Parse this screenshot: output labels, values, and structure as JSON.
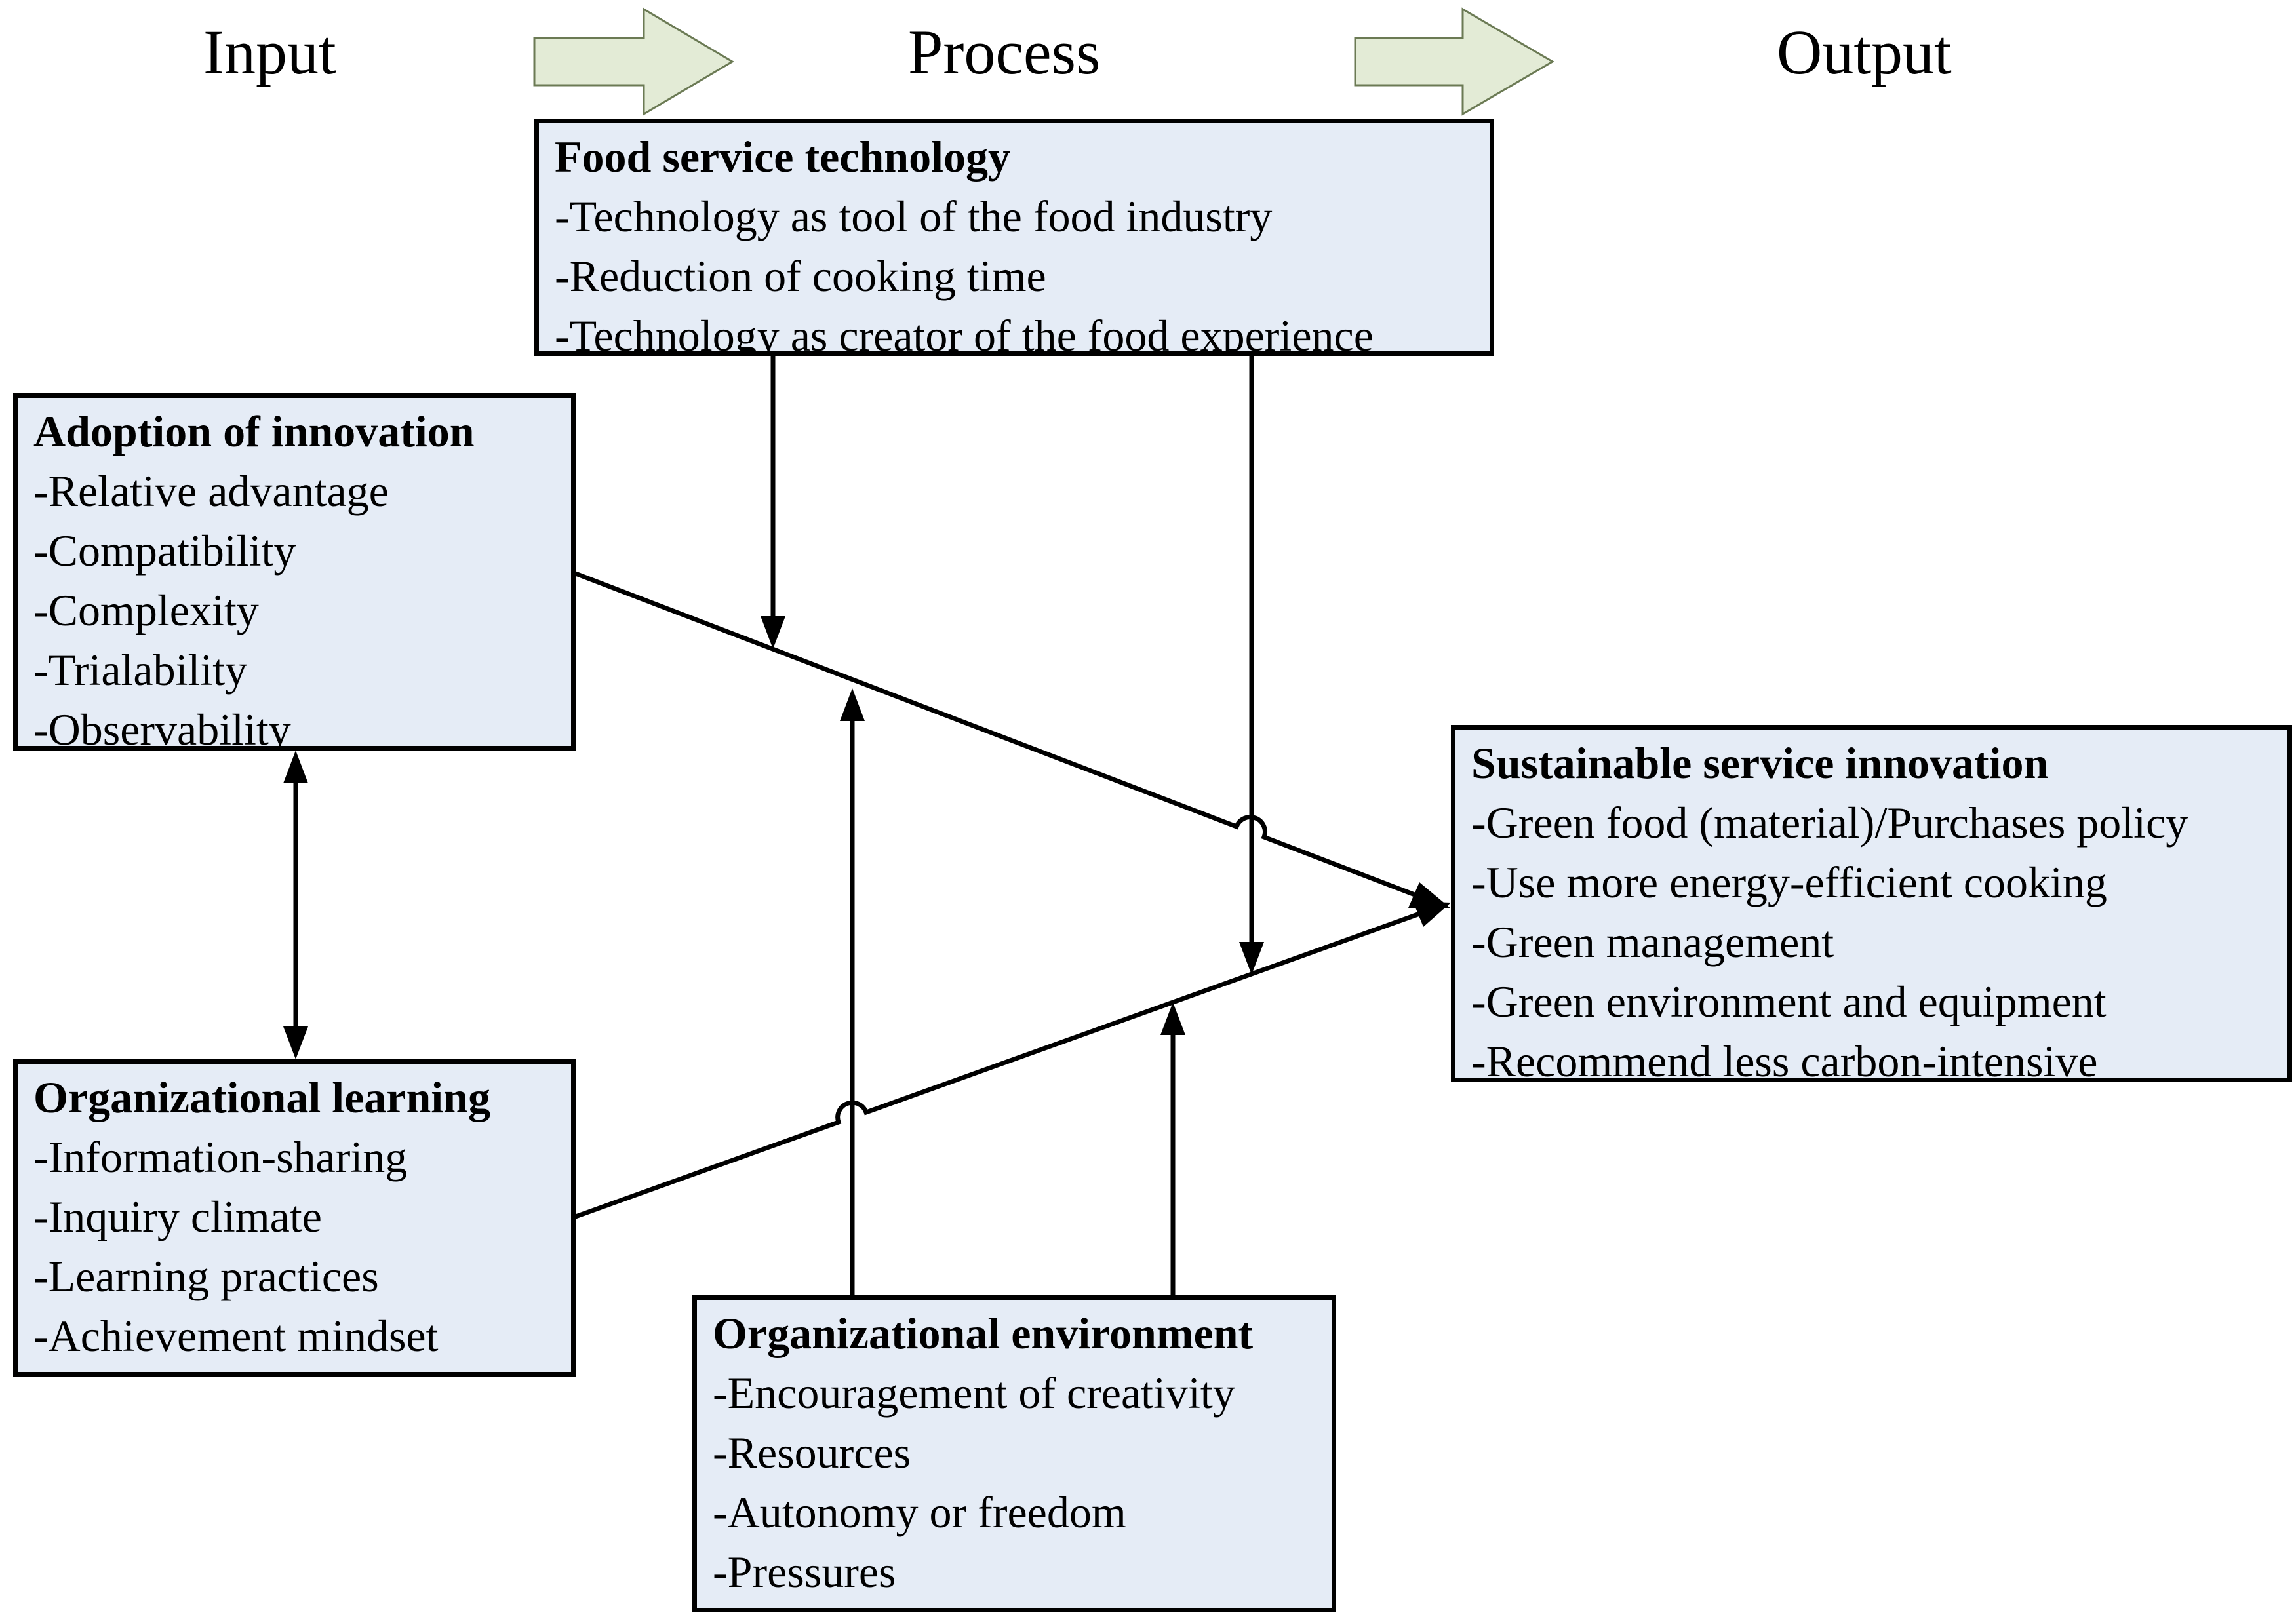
{
  "header": {
    "phases": [
      "Input",
      "Process",
      "Output"
    ]
  },
  "boxes": {
    "food_service": {
      "title": "Food service technology",
      "items": [
        "-Technology as tool of the food industry",
        "-Reduction of cooking time",
        "-Technology as creator of the food experience"
      ]
    },
    "adoption": {
      "title": "Adoption of innovation",
      "items": [
        "-Relative advantage",
        "-Compatibility",
        "-Complexity",
        "-Trialability",
        "-Observability"
      ]
    },
    "learning": {
      "title": "Organizational learning",
      "items": [
        "-Information-sharing",
        "-Inquiry climate",
        "-Learning practices",
        "-Achievement mindset"
      ]
    },
    "environment": {
      "title": "Organizational environment",
      "items": [
        "-Encouragement of creativity",
        "-Resources",
        "-Autonomy or freedom",
        "-Pressures"
      ]
    },
    "sustainable": {
      "title": "Sustainable service innovation",
      "items": [
        "-Green food (material)/Purchases policy",
        "-Use more energy-efficient cooking",
        "-Green management",
        "-Green environment and equipment",
        "-Recommend less carbon-intensive"
      ]
    }
  },
  "colors": {
    "box_fill": "#e5ecf6",
    "flow_arrow_fill": "#e3ebd6",
    "line": "#000000"
  }
}
